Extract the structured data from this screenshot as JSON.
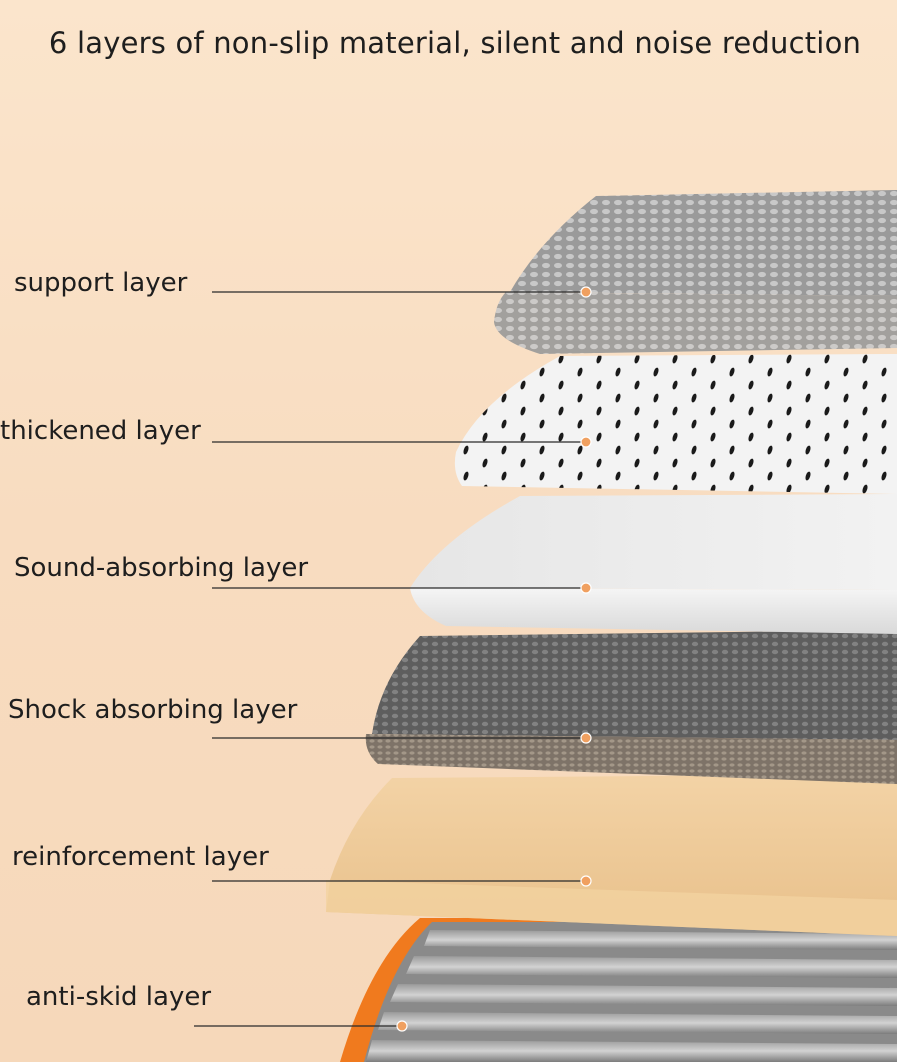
{
  "title": "6 layers of non-slip material, silent and noise reduction",
  "layers": [
    {
      "label": "support layer"
    },
    {
      "label": "thickened layer"
    },
    {
      "label": "Sound-absorbing layer"
    },
    {
      "label": "Shock absorbing layer"
    },
    {
      "label": "reinforcement layer"
    },
    {
      "label": "anti-skid layer"
    }
  ],
  "colors": {
    "background": "#f8dcc0",
    "marker": "#f0a060",
    "accent_orange": "#f07a1e"
  }
}
